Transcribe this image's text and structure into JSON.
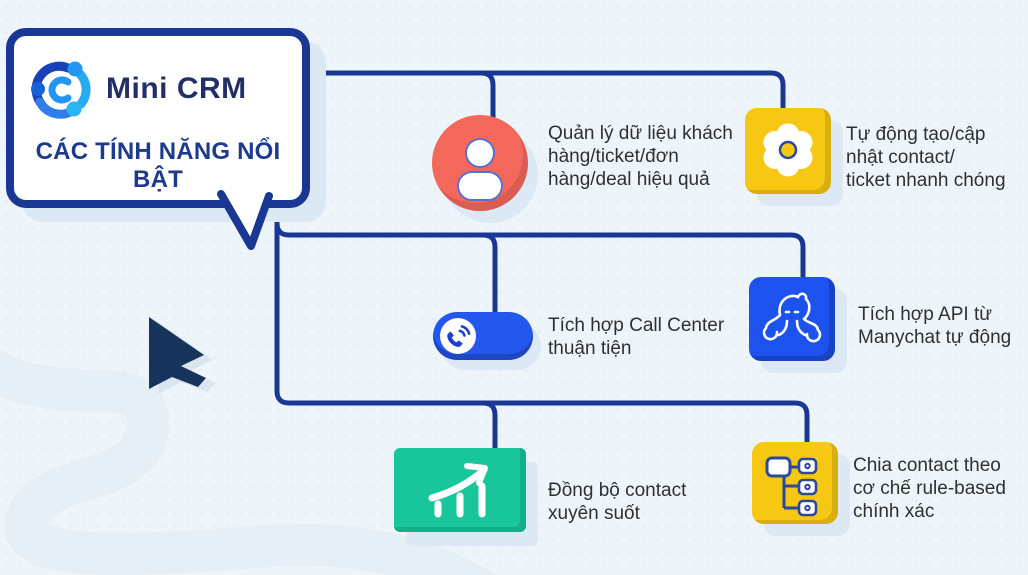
{
  "colors": {
    "background": "#EDF5FA",
    "connector_line": "#1A3793",
    "bubble_border": "#1A3793",
    "title_navy": "#1C3A8E",
    "logo_navy": "#232F66",
    "label_text": "#303030",
    "red": "#F4685C",
    "yellow": "#F6C713",
    "pill_blue": "#2457EE",
    "manychat_blue": "#1D52EE",
    "green": "#17C79B",
    "shadow": "#DCE8F3",
    "cursor_navy": "#17345C"
  },
  "bubble": {
    "logo_icon": "crm-logo-icon",
    "logo_text": "Mini CRM",
    "title": "CÁC TÍNH NĂNG NỔI BẬT"
  },
  "features": [
    {
      "id": "customer-data",
      "icon": "user-icon",
      "icon_shape": "circle",
      "icon_bg": "#F4685C",
      "label": "Quản lý dữ liệu khách\nhàng/ticket/đơn\nhàng/deal hiệu quả"
    },
    {
      "id": "auto-create-update",
      "icon": "flower-icon",
      "icon_shape": "square",
      "icon_bg": "#F6C713",
      "label": "Tự động tạo/cập\nnhật contact/\nticket nhanh chóng"
    },
    {
      "id": "call-center",
      "icon": "phone-icon",
      "icon_shape": "pill",
      "icon_bg": "#2457EE",
      "label": "Tích hợp Call Center\nthuận tiện"
    },
    {
      "id": "manychat-api",
      "icon": "octopus-icon",
      "icon_shape": "square",
      "icon_bg": "#1D52EE",
      "label": "Tích hợp API từ\nManychat tự động"
    },
    {
      "id": "contact-sync",
      "icon": "growth-chart-icon",
      "icon_shape": "rectangle",
      "icon_bg": "#17C79B",
      "label": "Đồng bộ contact\nxuyên suốt"
    },
    {
      "id": "rule-based-routing",
      "icon": "rule-flow-icon",
      "icon_shape": "square",
      "icon_bg": "#F6C713",
      "label": "Chia contact theo\ncơ chế rule-based\nchính xác"
    }
  ],
  "decor": {
    "cursor": "cursor-arrow-icon",
    "swirl": "background-swirl"
  }
}
